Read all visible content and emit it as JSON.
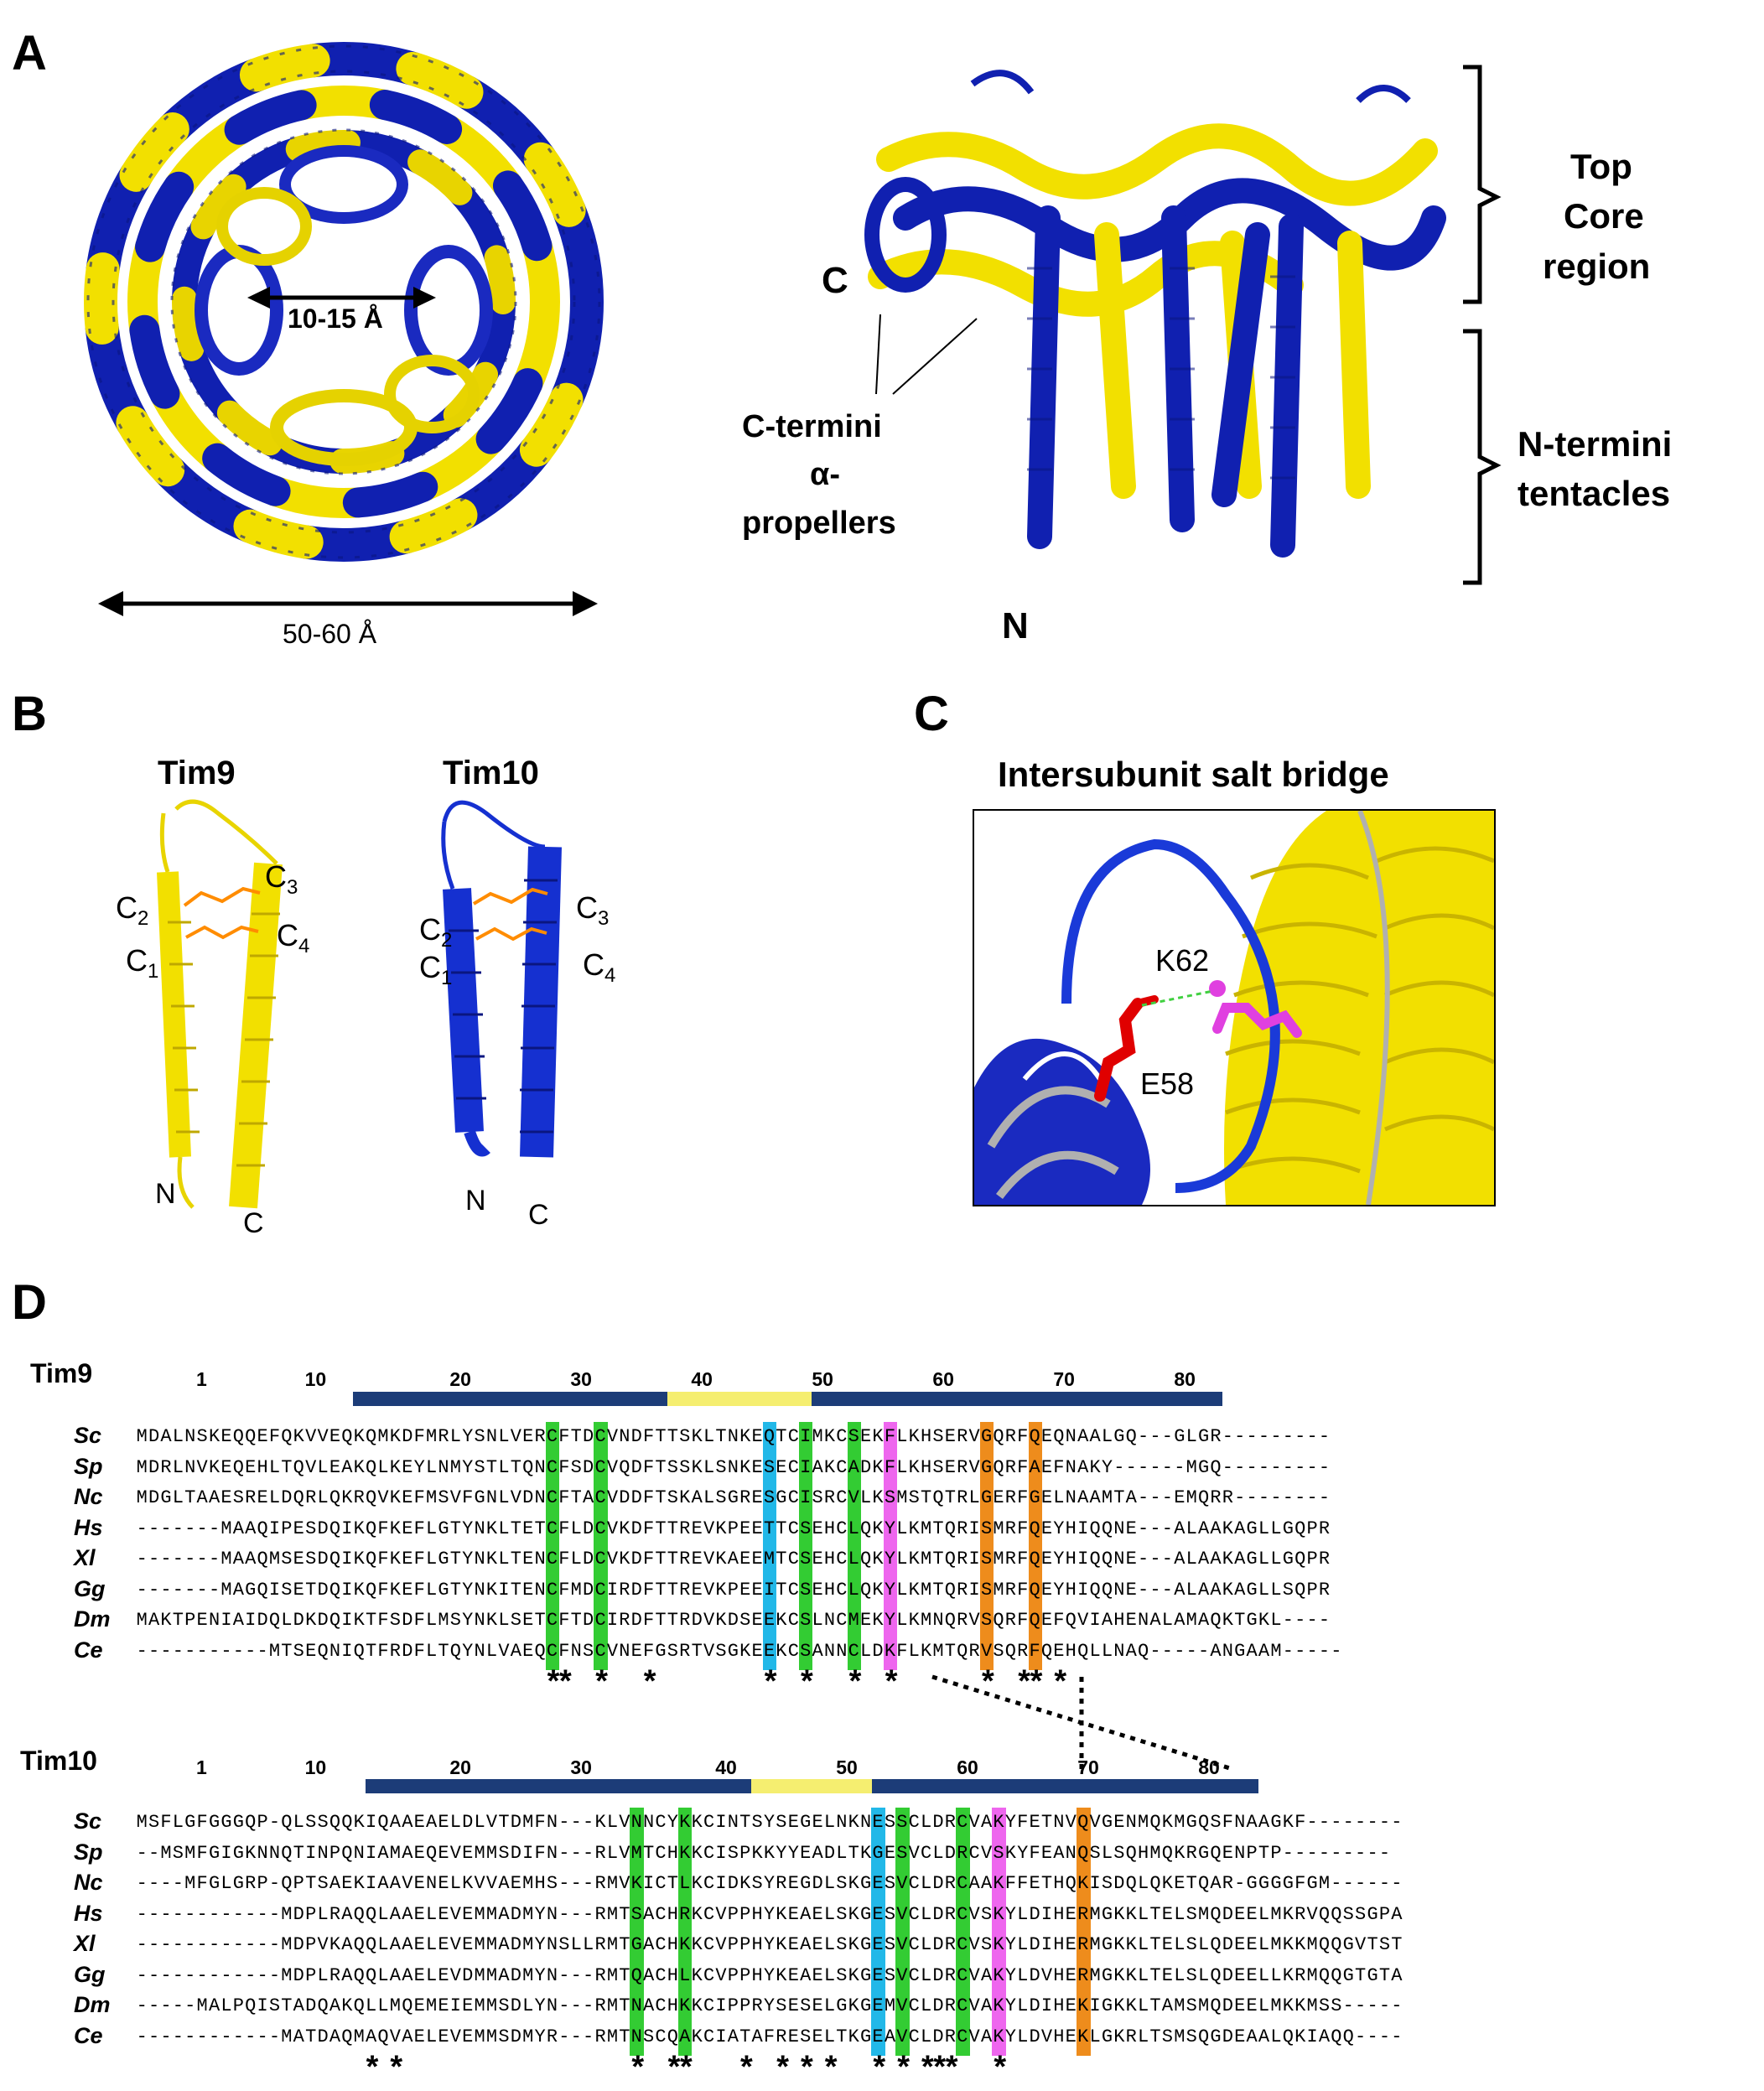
{
  "panels": {
    "a": "A",
    "b": "B",
    "c": "C",
    "d": "D"
  },
  "panel_a": {
    "pore_label": "10-15 Å",
    "diameter_label": "50-60 Å",
    "c_label": "C",
    "n_label": "N",
    "c_termini_line1": "C-termini",
    "c_termini_line2": "α-",
    "c_termini_line3": "propellers",
    "top_core_line1": "Top",
    "top_core_line2": "Core",
    "top_core_line3": "region",
    "tentacles_line1": "N-termini",
    "tentacles_line2": "tentacles"
  },
  "panel_b": {
    "tim9": "Tim9",
    "tim10": "Tim10",
    "c1": "C",
    "c1_sub": "1",
    "c2": "C",
    "c2_sub": "2",
    "c3": "C",
    "c3_sub": "3",
    "c4": "C",
    "c4_sub": "4",
    "n": "N",
    "c": "C"
  },
  "panel_c": {
    "title": "Intersubunit salt bridge",
    "k62": "K62",
    "e58": "E58"
  },
  "alignment": {
    "tim9": {
      "name": "Tim9",
      "positions": [
        "1",
        "10",
        "20",
        "30",
        "40",
        "50",
        "60",
        "70",
        "80"
      ],
      "species": [
        "Sc",
        "Sp",
        "Nc",
        "Hs",
        "Xl",
        "Gg",
        "Dm",
        "Ce"
      ],
      "sequences": [
        "MDALNSKEQQEFQKVVEQKQMKDFMRLYSNLVERCFTDCVNDFTTSKLTNKEQTCIMKCSEKFLKHSERVGQRFQEQNAALGQ---GLGR---------",
        "MDRLNVKEQEHLTQVLEAKQLKEYLNMYSTLTQNCFSDCVQDFTSSKLSNKESECIAKCADKFLKHSERVGQRFAEFNAKY------MGQ---------",
        "MDGLTAAESRELDQRLQKRQVKEFMSVFGNLVDNCFTACVDDFTSKALSGRESGCISRCVLKSMSTQTRLGERFGELNAAMTA---EMQRR--------",
        "-------MAAQIPESDQIKQFKEFLGTYNKLTETCFLDCVKDFTTREVKPEETTCSEHCLQKYLKMTQRISMRFQEYHIQQNE---ALAAKAGLLGQPR",
        "-------MAAQMSESDQIKQFKEFLGTYNKLTENCFLDCVKDFTTREVKAEEMTCSEHCLQKYLKMTQRISMRFQEYHIQQNE---ALAAKAGLLGQPR",
        "-------MAGQISETDQIKQFKEFLGTYNKITENCFMDCIRDFTTREVKPEEITCSEHCLQKYLKMTQRISMRFQEYHIQQNE---ALAAKAGLLSQPR",
        "MAKTPENIAIDQLDKDQIKTFSDFLMSYNKLSETCFTDCIRDFTTRDVKDSEEKCSLNCMEKYLKMNQRVSQRFQEFQVIAHENALAMAQKTGKL----",
        "-----------MTSEQNIQTFRDFLTQYNLVAEQCFNSCVNEFGSRTVSGKEEKCSANNCLDKFLKMTQRVSQRFQEHQLLNAQ-----ANGAAM-----"
      ]
    },
    "tim10": {
      "name": "Tim10",
      "positions": [
        "1",
        "10",
        "20",
        "30",
        "40",
        "50",
        "60",
        "70",
        "80"
      ],
      "species": [
        "Sc",
        "Sp",
        "Nc",
        "Hs",
        "Xl",
        "Gg",
        "Dm",
        "Ce"
      ],
      "sequences": [
        "MSFLGFGGGQP-QLSSQQKIQAAEAELDLVTDMFN---KLVNNCYKKCINTSYSEGELNKNESSCLDRCVAKYFETNVQVGENMQKMGQSFNAAGKF--------",
        "--MSMFGIGKNNQTINPQNIAMAEQEVEMMSDIFN---RLVMTCHKKCISPKKYYEADLTKGESVCLDRCVSKYFEANQSLSQHMQKRGQENPTP---------",
        "----MFGLGRP-QPTSAEKIAAVENELKVVAEMHS---RMVKICTLKCIDKSYREGDLSKGESVCLDRCAAKFFETHQKISDQLQKETQAR-GGGGFGM------",
        "------------MDPLRAQQLAAELEVEMMADMYN---RMTSACHRKCVPPHYKEAELSKGESVCLDRCVSKYLDIHERMGKKLTELSMQDEELMKRVQQSSGPA",
        "------------MDPVKAQQLAAELEVEMMADMYNSLLRMTGACHKKCVPPHYKEAELSKGESVCLDRCVSKYLDIHERMGKKLTELSLQDEELMKKMQQGVTST",
        "------------MDPLRAQQLAAELEVDMMADMYN---RMTQACHLKCVPPHYKEAELSKGESVCLDRCVAKYLDVHERMGKKLTELSLQDEELLKRMQQGTGTA",
        "-----MALPQISTADQAKQLLMQEMEIEMMSDLYN---RMTNACHKKCIPPRYSESELGKGEMVCLDRCVAKYLDIHEKIGKKLTAMSMQDEELMKKMSS-----",
        "------------MATDAQMAQVAELEVEMMSDMYR---RMTNSCQAKCIATAFRESELTKGEAVCLDRCVAKYLDVHEKLGKRLTSMSQGDEAALQKIAQQ----"
      ]
    }
  }
}
